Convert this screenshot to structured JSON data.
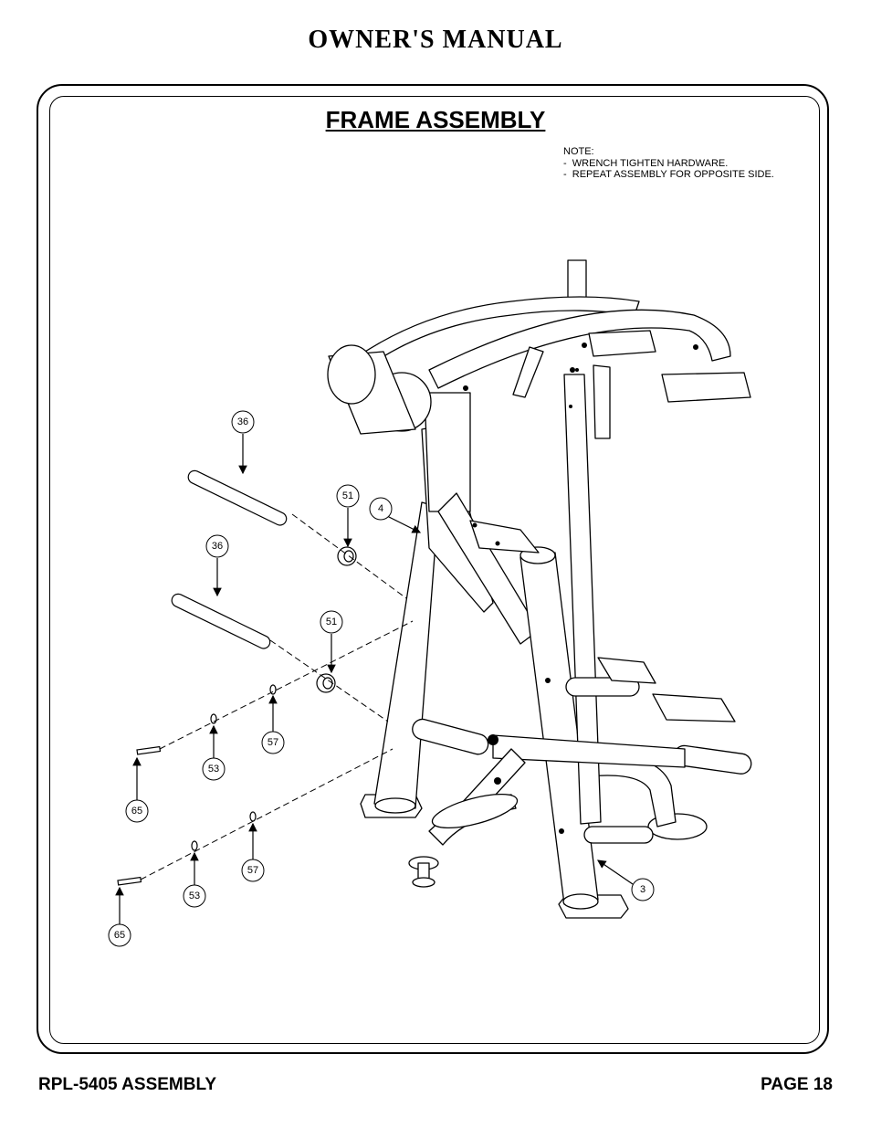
{
  "header": {
    "title": "OWNER'S MANUAL"
  },
  "section": {
    "title": "FRAME ASSEMBLY"
  },
  "note": {
    "heading": "NOTE:",
    "lines": [
      "-  WRENCH TIGHTEN HARDWARE.",
      "-  REPEAT ASSEMBLY FOR OPPOSITE SIDE."
    ]
  },
  "callouts": {
    "c36a": "36",
    "c36b": "36",
    "c51a": "51",
    "c51b": "51",
    "c4": "4",
    "c3": "3",
    "c57a": "57",
    "c57b": "57",
    "c53a": "53",
    "c53b": "53",
    "c65a": "65",
    "c65b": "65"
  },
  "footer": {
    "left": "RPL-5405 ASSEMBLY",
    "right": "PAGE 18"
  }
}
